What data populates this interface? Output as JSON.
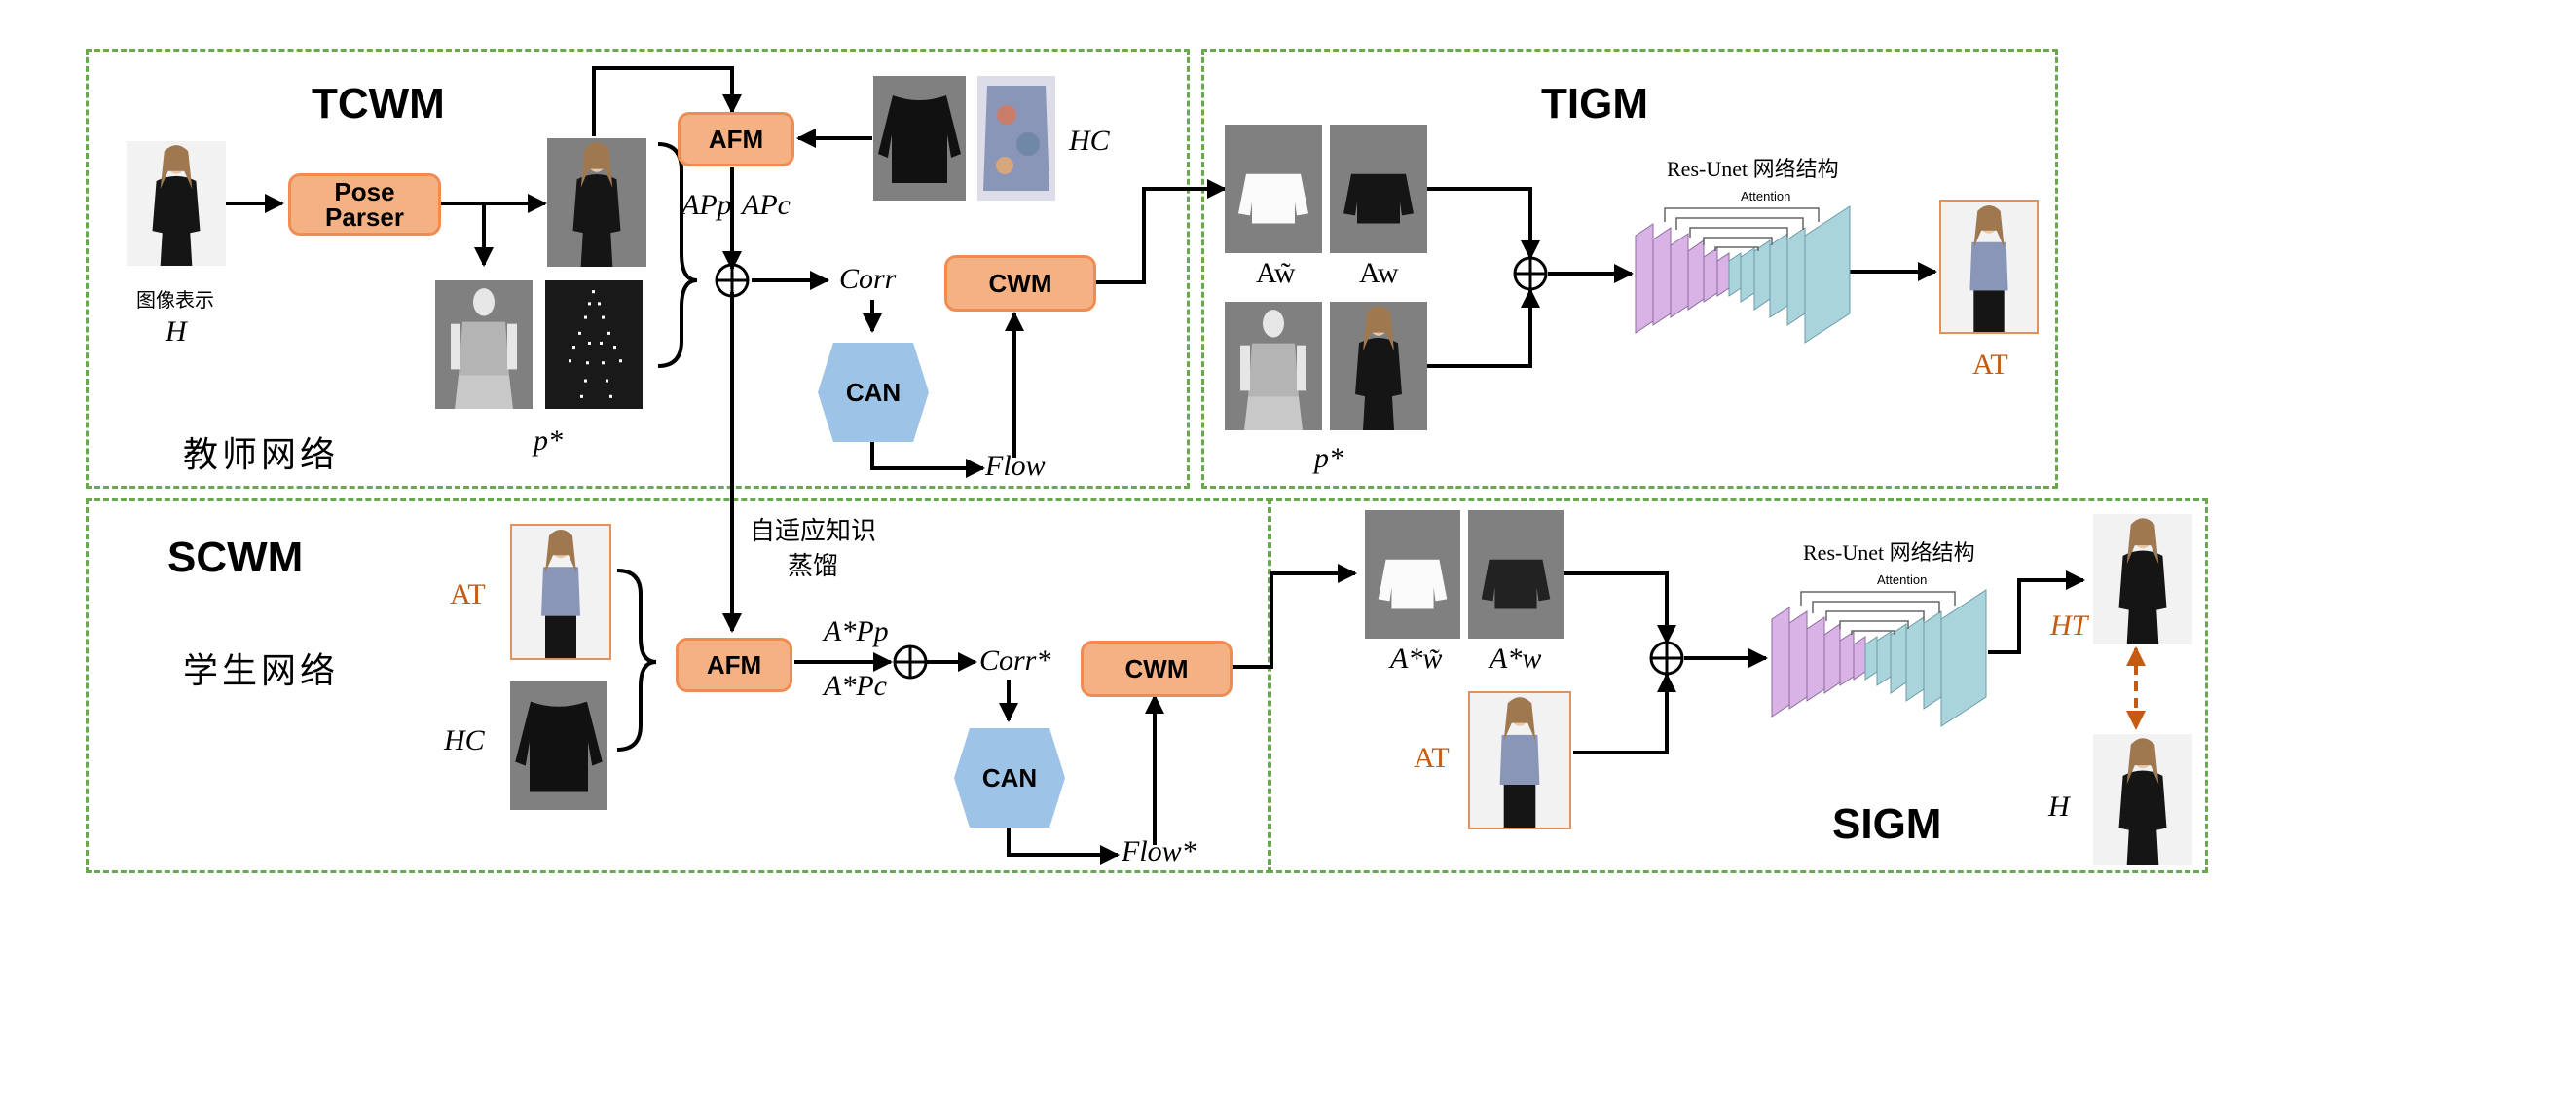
{
  "teacher": {
    "module_title": "TCWM",
    "network_label": "教师网络",
    "image_caption": "图像表示",
    "h_label": "H",
    "p_label": "p*",
    "pose_parser": "Pose Parser",
    "afm": "AFM",
    "cwm": "CWM",
    "can": "CAN",
    "hc_label": "HC",
    "corr": "Corr",
    "flow": "Flow",
    "ap_p": "APp",
    "ap_c": "APc"
  },
  "tigm": {
    "module_title": "TIGM",
    "resunet": "Res-Unet 网络结构",
    "attention": "Attention",
    "a_wtilde": "Aw̃",
    "a_w": "Aw",
    "p_label": "p*",
    "at_label": "AT"
  },
  "student": {
    "module_title": "SCWM",
    "network_label": "学生网络",
    "at_label": "AT",
    "hc_label": "HC",
    "afm": "AFM",
    "cwm": "CWM",
    "can": "CAN",
    "ap_p": "A*Pp",
    "ap_c": "A*Pc",
    "corr": "Corr*",
    "flow": "Flow*"
  },
  "distill": {
    "line1": "自适应知识",
    "line2": "蒸馏"
  },
  "sigm": {
    "module_title": "SIGM",
    "resunet": "Res-Unet 网络结构",
    "attention": "Attention",
    "a_wtilde": "A*w̃",
    "a_w": "A*w",
    "at_label": "AT",
    "ht_label": "HT",
    "h_label": "H"
  },
  "colors": {
    "region_border": "#6aa84f",
    "module_fill": "#f4b183",
    "can_fill": "#9dc3e6",
    "label_orange": "#c55a11",
    "encoder_fill": "#d9b3e6",
    "decoder_fill": "#a9d4dc"
  }
}
